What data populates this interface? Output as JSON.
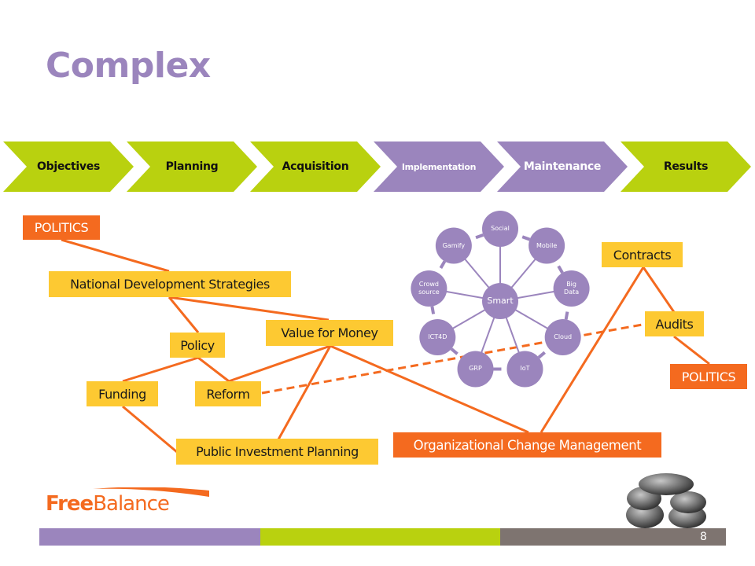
{
  "slide": {
    "title": "Complex",
    "page_number": "8"
  },
  "process": {
    "steps": [
      {
        "label": "Objectives",
        "color": "#b9d10f",
        "text_color": "#111111"
      },
      {
        "label": "Planning",
        "color": "#b9d10f",
        "text_color": "#111111"
      },
      {
        "label": "Acquisition",
        "color": "#b9d10f",
        "text_color": "#111111"
      },
      {
        "label": "Implementation",
        "color": "#9b85bd",
        "text_color": "#ffffff"
      },
      {
        "label": "Maintenance",
        "color": "#9b85bd",
        "text_color": "#ffffff"
      },
      {
        "label": "Results",
        "color": "#b9d10f",
        "text_color": "#111111"
      }
    ]
  },
  "smart_cluster": {
    "center": "Smart",
    "nodes": [
      "Social",
      "Mobile",
      "Big Data",
      "Cloud",
      "IoT",
      "GRP",
      "ICT4D",
      "Crowd source",
      "Gamify"
    ],
    "color": "#9b85bd"
  },
  "concepts": {
    "politics_left": "POLITICS",
    "nds": "National Development Strategies",
    "policy": "Policy",
    "value_for_money": "Value for Money",
    "funding": "Funding",
    "reform": "Reform",
    "pip": "Public Investment Planning",
    "ocm": "Organizational Change Management",
    "contracts": "Contracts",
    "audits": "Audits",
    "politics_right": "POLITICS"
  },
  "colors": {
    "connector": "#f46a1f",
    "yellow_box": "#fdc932",
    "orange_box": "#f46a1f",
    "purple": "#9b85bd",
    "green": "#b9d10f",
    "gray": "#7e7470"
  },
  "logo": {
    "bold": "Free",
    "light": "Balance"
  }
}
